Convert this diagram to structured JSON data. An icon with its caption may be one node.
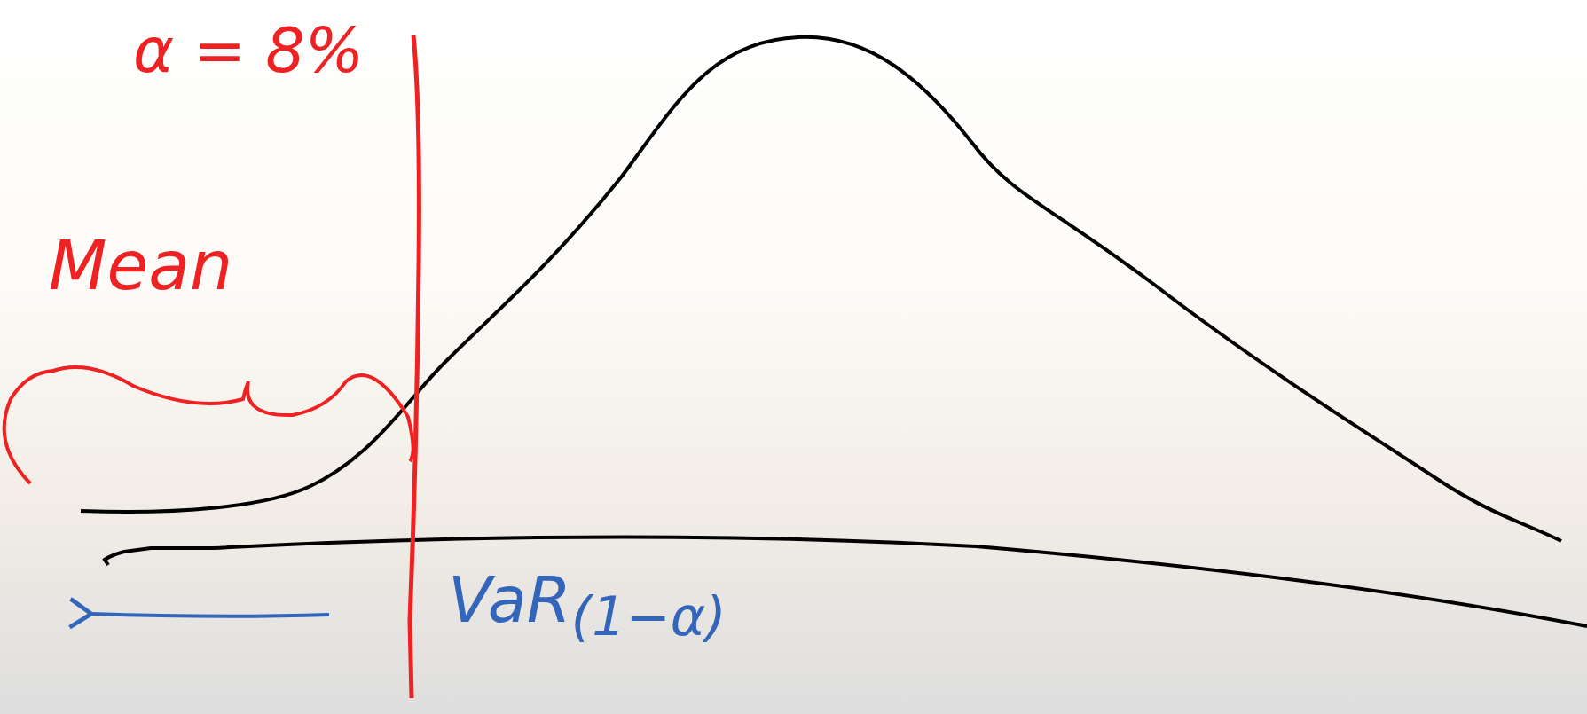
{
  "diagram": {
    "labels": [
      "α = 8%",
      "Mean",
      "VaR$_{(1−α)}$"
    ]
  }
}
